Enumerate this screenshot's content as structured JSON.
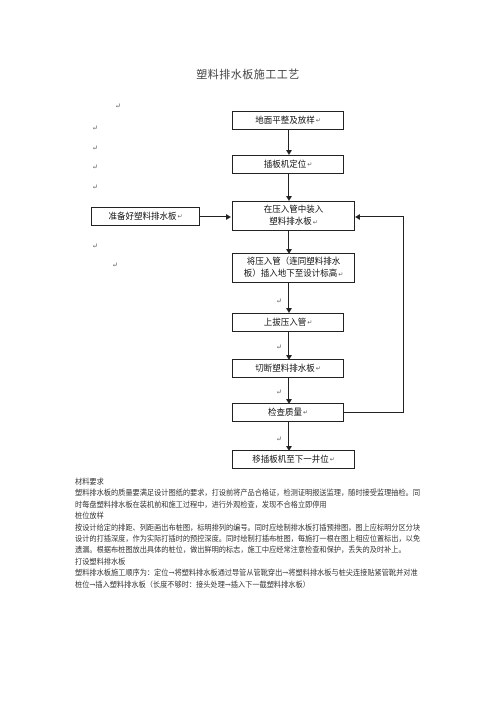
{
  "title": "塑料排水板施工工艺",
  "return_mark": "↵",
  "flow": {
    "step1": "地面平整及放样",
    "step2": "插板机定位",
    "step3_line1": "在压入管中装入",
    "step3_line2": "塑料排水板",
    "side": "准备好塑料排水板",
    "step4_line1": "将压入管（连同塑料排水",
    "step4_line2": "板）插入地下至设计标高",
    "step5": "上拔压入管",
    "step6": "切断塑料排水板",
    "step7": "检查质量",
    "step8": "移插板机至下一井位"
  },
  "body": {
    "h1": "材料要求",
    "p1": "塑料排水板的质量要满足设计图纸的要求，打设前将产品合格证，检测证明报送监理，随时接受监理抽检。同时每盘塑料排水板在装机前和施工过程中，进行外观检查，发现不合格立即停用",
    "h2": "桩位放样",
    "p2": "按设计给定的排距、列距画出布桩图，标明排列的编号。同时应绘制排水板打插预排图，图上应标明分区分块设计的打插深度，作为实际打插时的预控深度。同时绘制打插布桩图，每施打一根在图上相应位置标出，以免遗漏。根据布桩图放出具体的桩位，做出鲜明的标志，施工中应经常注意检查和保护，丢失的及时补上。",
    "h3": "打设塑料排水板",
    "p3": "塑料排水板施工顺序为：定位→将塑料排水板通过导管从管靴穿出→将塑料排水板与桩尖连接贴紧管靴并对准桩位→插入塑料排水板（长度不够时：接头处理→插入下一截塑料排水板）"
  }
}
